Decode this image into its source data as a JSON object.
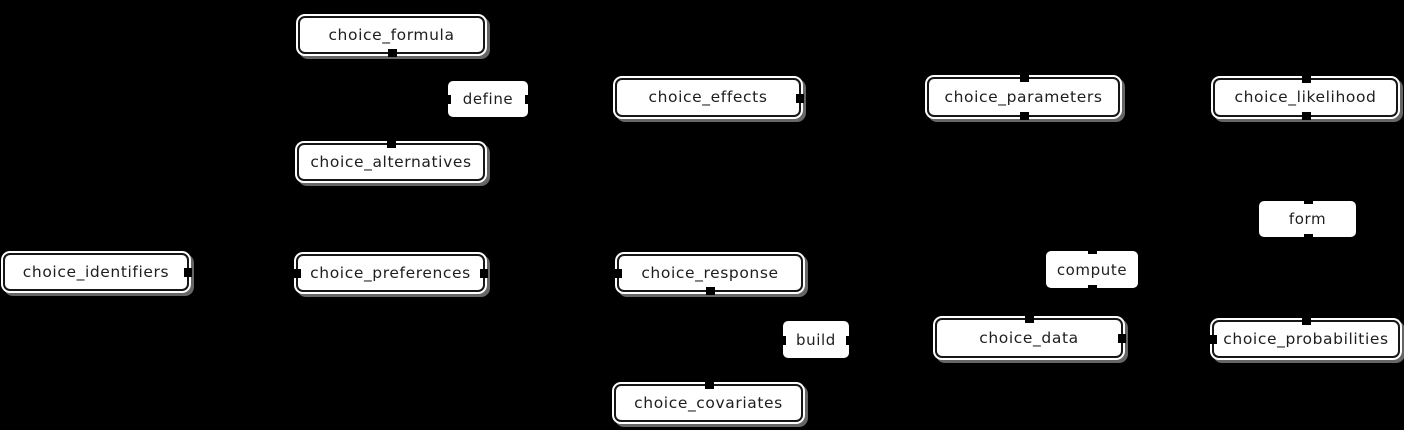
{
  "diagram": {
    "type": "dependency-graph",
    "background_color": "#000000",
    "node_style": {
      "fill": "#ffffff",
      "border_color": "#161616",
      "text_color": "#1e1e1e"
    },
    "nodes": [
      {
        "id": "choice_formula",
        "label": "choice_formula"
      },
      {
        "id": "choice_effects",
        "label": "choice_effects"
      },
      {
        "id": "choice_parameters",
        "label": "choice_parameters"
      },
      {
        "id": "choice_likelihood",
        "label": "choice_likelihood"
      },
      {
        "id": "choice_alternatives",
        "label": "choice_alternatives"
      },
      {
        "id": "choice_identifiers",
        "label": "choice_identifiers"
      },
      {
        "id": "choice_preferences",
        "label": "choice_preferences"
      },
      {
        "id": "choice_response",
        "label": "choice_response"
      },
      {
        "id": "choice_data",
        "label": "choice_data"
      },
      {
        "id": "choice_probabilities",
        "label": "choice_probabilities"
      },
      {
        "id": "choice_covariates",
        "label": "choice_covariates"
      }
    ],
    "edge_labels": [
      {
        "id": "define",
        "label": "define"
      },
      {
        "id": "form",
        "label": "form"
      },
      {
        "id": "compute",
        "label": "compute"
      },
      {
        "id": "build",
        "label": "build"
      }
    ]
  }
}
